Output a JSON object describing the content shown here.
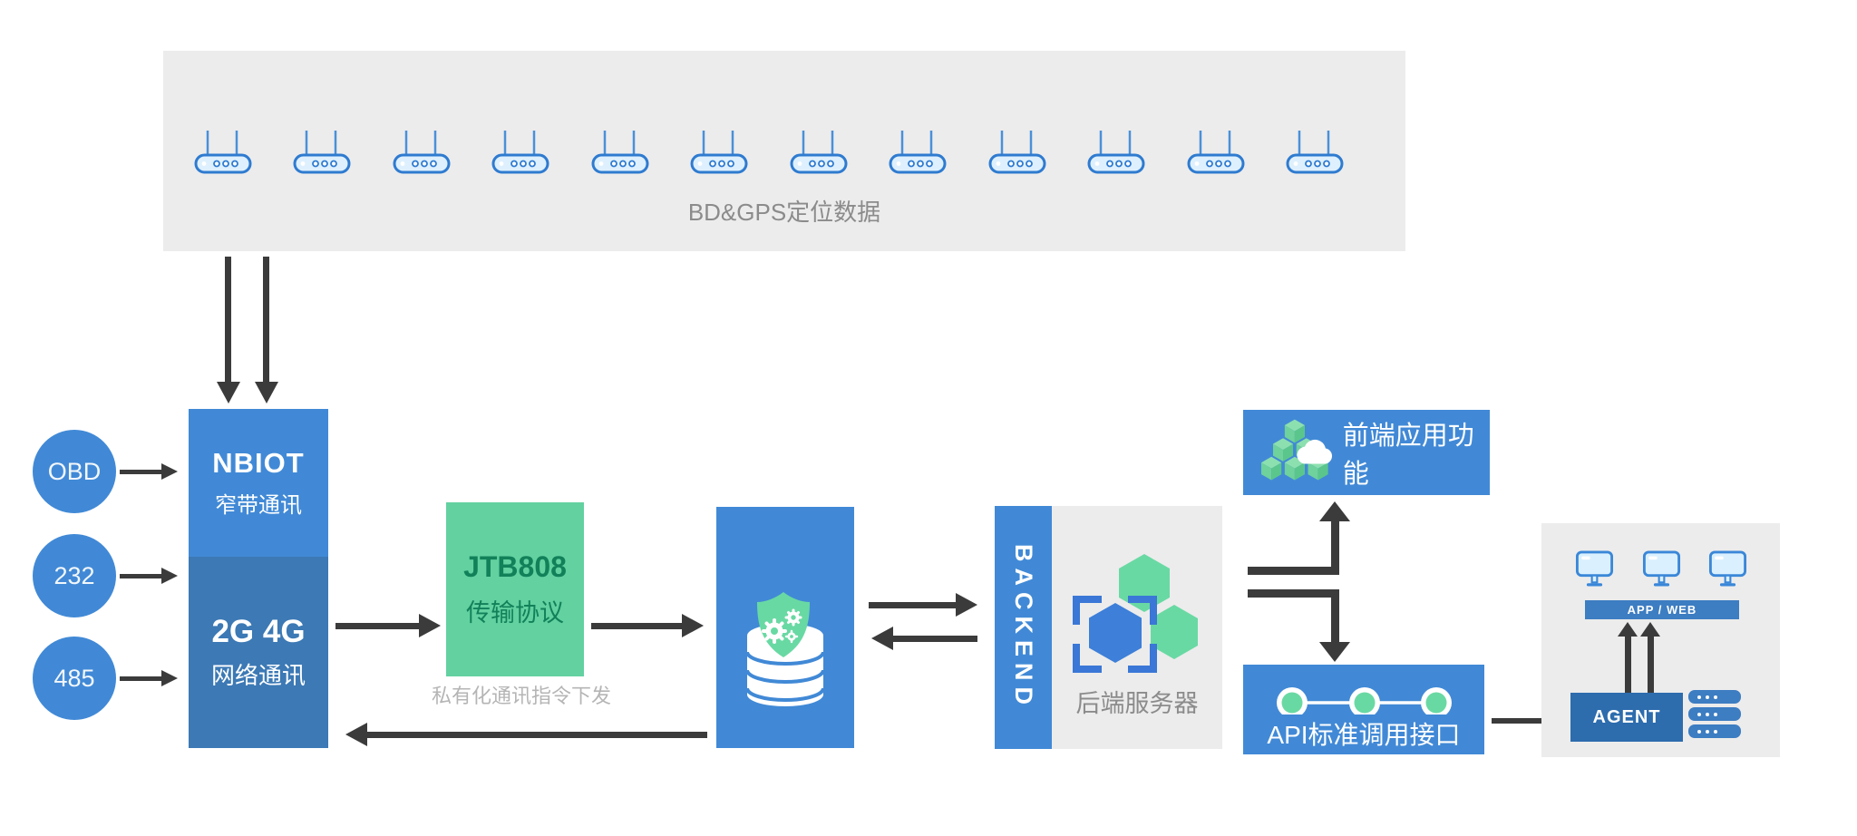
{
  "colors": {
    "primary_blue": "#4189d6",
    "dark_blue": "#3c79b5",
    "agent_blue": "#2d6cad",
    "bar_blue": "#3d7dc2",
    "green_box": "#63d1a0",
    "green_text": "#12815a",
    "icon_green": "#69d9a3",
    "hex_blue": "#3d7fd9",
    "panel_gray": "#ececec",
    "arrow_dark": "#3b3b3b",
    "muted_text": "#8b8b8b",
    "faint_text": "#b5b5b5"
  },
  "top_panel": {
    "label": "BD&GPS定位数据"
  },
  "inputs": [
    {
      "label": "OBD"
    },
    {
      "label": "232"
    },
    {
      "label": "485"
    }
  ],
  "gateway": {
    "nb_title": "NBIOT",
    "nb_subtitle": "窄带通讯",
    "net_title": "2G 4G",
    "net_subtitle": "网络通讯"
  },
  "protocol": {
    "title": "JTB808",
    "subtitle": "传输协议"
  },
  "downlink": {
    "label": "私有化通讯指令下发"
  },
  "backend": {
    "ribbon": "BACKEND",
    "label": "后端服务器"
  },
  "frontend": {
    "label": "前端应用功能"
  },
  "api": {
    "label": "API标准调用接口"
  },
  "client": {
    "bar_label": "APP / WEB",
    "agent_label": "AGENT"
  }
}
